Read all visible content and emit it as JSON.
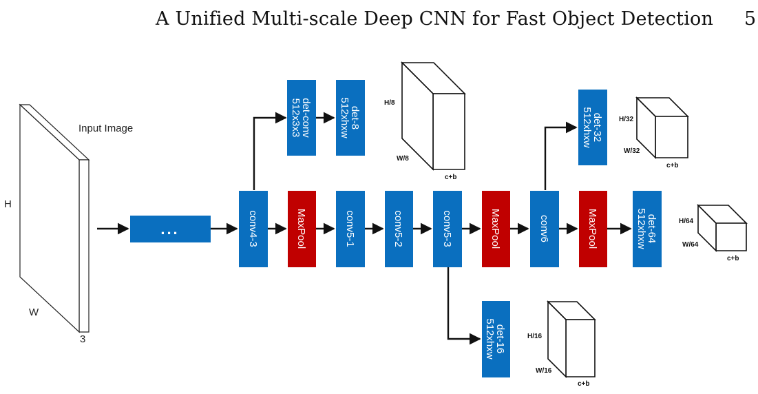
{
  "header": {
    "title": "A Unified Multi-scale Deep CNN for Fast Object Detection",
    "page_number": "5"
  },
  "colors": {
    "blue": "#0a6fbf",
    "red": "#c00000"
  },
  "input": {
    "label": "Input Image",
    "h": "H",
    "w": "W",
    "channels": "3"
  },
  "blocks": {
    "dots": "...",
    "conv4_3": "conv4-3",
    "maxpool1": "MaxPool",
    "conv5_1": "conv5-1",
    "conv5_2": "conv5-2",
    "conv5_3": "conv5-3",
    "maxpool2": "MaxPool",
    "conv6": "conv6",
    "maxpool3": "MaxPool",
    "det_conv": {
      "line1": "det-conv",
      "line2": "512x3x3"
    },
    "det8": {
      "line1": "det-8",
      "line2": "512xhxw"
    },
    "det16": {
      "line1": "det-16",
      "line2": "512xhxw"
    },
    "det32": {
      "line1": "det-32",
      "line2": "512xhxw"
    },
    "det64": {
      "line1": "det-64",
      "line2": "512xhxw"
    }
  },
  "cubes": {
    "c8": {
      "h": "H/8",
      "w": "W/8",
      "c": "c+b"
    },
    "c16": {
      "h": "H/16",
      "w": "W/16",
      "c": "c+b"
    },
    "c32": {
      "h": "H/32",
      "w": "W/32",
      "c": "c+b"
    },
    "c64": {
      "h": "H/64",
      "w": "W/64",
      "c": "c+b"
    }
  }
}
